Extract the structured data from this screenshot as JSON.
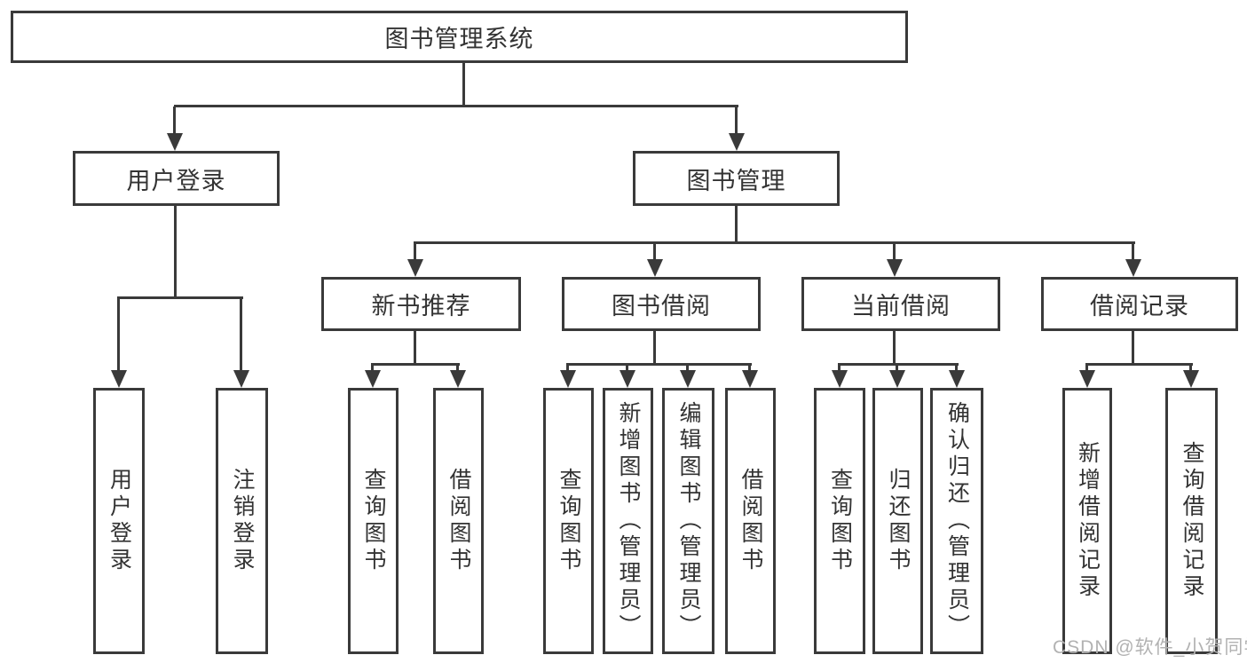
{
  "title": "图书管理系统",
  "watermark": "CSDN @软件_小贺同学",
  "colors": {
    "line": "#3a3a3a",
    "text": "#333333",
    "watermark": "#b2b2b2",
    "background": "#ffffff"
  },
  "chart_type": "hierarchy-tree",
  "tree": {
    "root": {
      "label": "图书管理系统",
      "children": [
        {
          "label": "用户登录",
          "children": [
            {
              "label": "用户登录"
            },
            {
              "label": "注销登录"
            }
          ]
        },
        {
          "label": "图书管理",
          "children": [
            {
              "label": "新书推荐",
              "children": [
                {
                  "label": "查询图书"
                },
                {
                  "label": "借阅图书"
                }
              ]
            },
            {
              "label": "图书借阅",
              "children": [
                {
                  "label": "查询图书"
                },
                {
                  "label": "新增图书（管理员）"
                },
                {
                  "label": "编辑图书（管理员）"
                },
                {
                  "label": "借阅图书"
                }
              ]
            },
            {
              "label": "当前借阅",
              "children": [
                {
                  "label": "查询图书"
                },
                {
                  "label": "归还图书"
                },
                {
                  "label": "确认归还（管理员）"
                }
              ]
            },
            {
              "label": "借阅记录",
              "children": [
                {
                  "label": "新增借阅记录"
                },
                {
                  "label": "查询借阅记录"
                }
              ]
            }
          ]
        }
      ]
    }
  }
}
